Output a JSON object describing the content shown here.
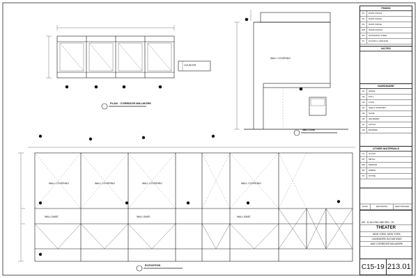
{
  "title_block": {
    "finish_header": "FINISH",
    "finish_items": [
      {
        "code": "P1",
        "text": "PAINT FINISH"
      },
      {
        "code": "P2",
        "text": "PAINT FINISH"
      },
      {
        "code": "P3",
        "text": "PAINT FINISH"
      },
      {
        "code": "WD",
        "text": "WOOD FINISH"
      },
      {
        "code": "SS",
        "text": "STAINLESS STEEL"
      },
      {
        "code": "PL",
        "text": "PLASTIC LAMINATE"
      }
    ],
    "notes_header": "NOTES",
    "hardware_header": "HARDWARE",
    "hardware_items": [
      {
        "code": "H1",
        "text": "HINGE"
      },
      {
        "code": "H2",
        "text": "PULL"
      },
      {
        "code": "H3",
        "text": "LOCK"
      },
      {
        "code": "H4",
        "text": "SHELF SUPPORT"
      },
      {
        "code": "H5",
        "text": "SLIDE"
      },
      {
        "code": "H6",
        "text": "GROMMET"
      },
      {
        "code": "H7",
        "text": "CATCH"
      },
      {
        "code": "H8",
        "text": "BUMPER"
      }
    ],
    "other_materials_header": "OTHER MATERIALS",
    "other_items": [
      {
        "code": "GL",
        "text": "GLASS"
      },
      {
        "code": "MT",
        "text": "METAL"
      },
      {
        "code": "MR",
        "text": "MIRROR"
      },
      {
        "code": "FB",
        "text": "FABRIC"
      },
      {
        "code": "ST",
        "text": "STONE"
      }
    ],
    "rev_cols": [
      "DATE",
      "REVISIONS",
      "SENT/ISSUED"
    ],
    "project_lines": [
      "NO. 11 ALLOW, AND REL. 00",
      "THEATER"
    ],
    "location": "NEW YORK, NEW YORK",
    "sheet_desc_1": "CASEWORK ELEVATIONS",
    "sheet_desc_2": "AND CORRIDOR MILLWORK",
    "sheet_id": "C15-19",
    "sheet_number": "213.01"
  },
  "drawing": {
    "plan_title": "PLAN - CORRIDOR MILLWORK",
    "section_title": "SECTION",
    "elevation_title": "ELEVATION",
    "wall_label": "WALL COVERING",
    "callouts": [
      "WALL BASE",
      "WALL BASE",
      "WALL BASE",
      "COUNTER"
    ]
  }
}
